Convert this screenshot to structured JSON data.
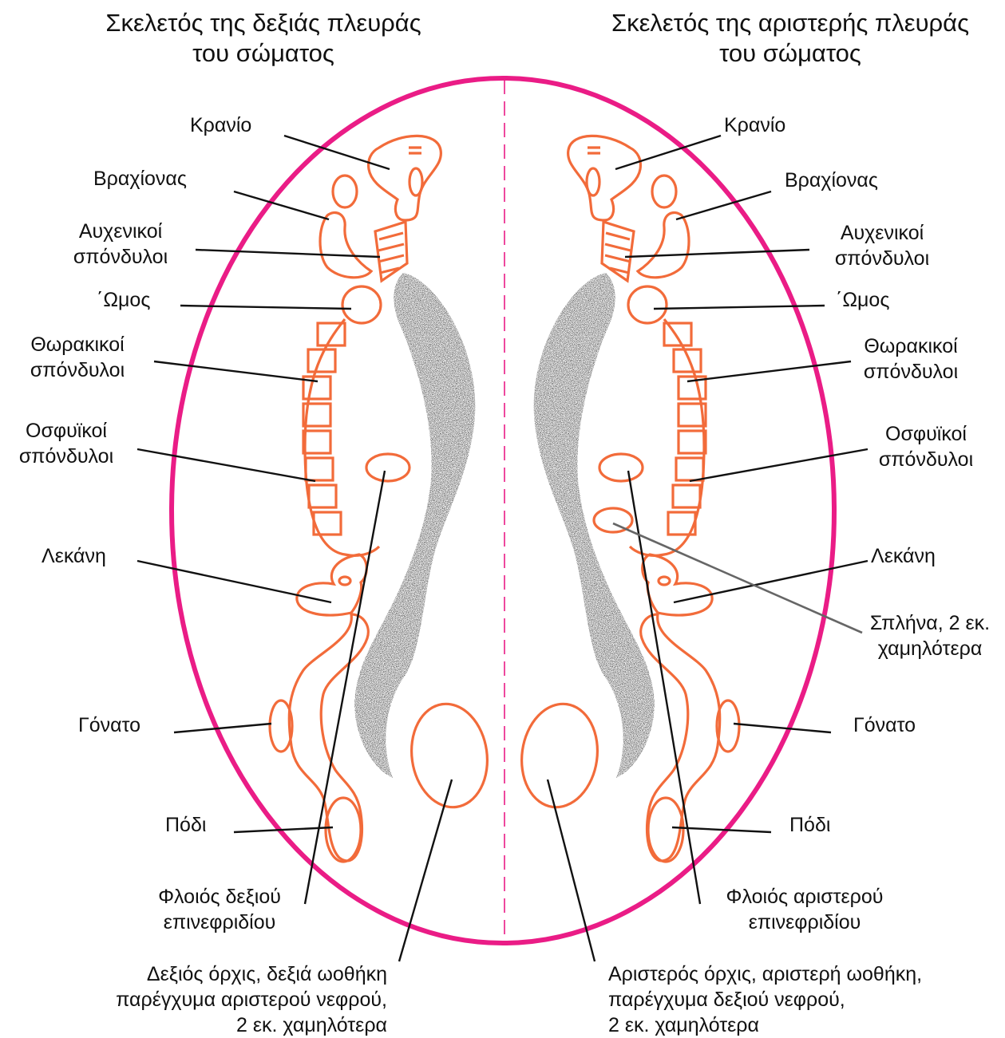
{
  "colors": {
    "ellipse": "#ea1c86",
    "skeleton": "#f26b3a",
    "midline": "#ea1c86",
    "organ": "#f26b3a",
    "band": "#111111",
    "leader": "#111111",
    "spleen_leader": "#666666"
  },
  "titles": {
    "right_side": [
      "Σκελετός της δεξιάς πλευράς",
      "του σώματος"
    ],
    "left_side": [
      "Σκελετός της αριστερής πλευράς",
      "του σώματος"
    ]
  },
  "labels_left_column": {
    "skull": "Κρανίο",
    "arm": "Βραχίονας",
    "cervical": [
      "Αυχενικοί",
      "σπόνδυλοι"
    ],
    "shoulder": "΄Ωμος",
    "thoracic": [
      "Θωρακικοί",
      "σπόνδυλοι"
    ],
    "lumbar": [
      "Οσφυϊκοί",
      "σπόνδυλοι"
    ],
    "pelvis": "Λεκάνη",
    "knee": "Γόνατο",
    "foot": "Πόδι",
    "adrenal": [
      "Φλοιός δεξιού",
      "επινεφριδίου"
    ],
    "gonad": [
      "Δεξιός όρχις, δεξιά ωοθήκη",
      "παρέγχυμα αριστερού νεφρού,",
      "2 εκ. χαμηλότερα"
    ]
  },
  "labels_right_column": {
    "skull": "Κρανίο",
    "arm": "Βραχίονας",
    "cervical": [
      "Αυχενικοί",
      "σπόνδυλοι"
    ],
    "shoulder": "΄Ωμος",
    "thoracic": [
      "Θωρακικοί",
      "σπόνδυλοι"
    ],
    "lumbar": [
      "Οσφυϊκοί",
      "σπόνδυλοι"
    ],
    "pelvis": "Λεκάνη",
    "spleen": [
      "Σπλήνα, 2 εκ.",
      "χαμηλότερα"
    ],
    "knee": "Γόνατο",
    "foot": "Πόδι",
    "adrenal": [
      "Φλοιός αριστερού",
      "επινεφριδίου"
    ],
    "gonad": [
      "Αριστερός όρχις, αριστερή ωοθήκη,",
      "παρέγχυμα δεξιού νεφρού,",
      "2 εκ. χαμηλότερα"
    ]
  }
}
